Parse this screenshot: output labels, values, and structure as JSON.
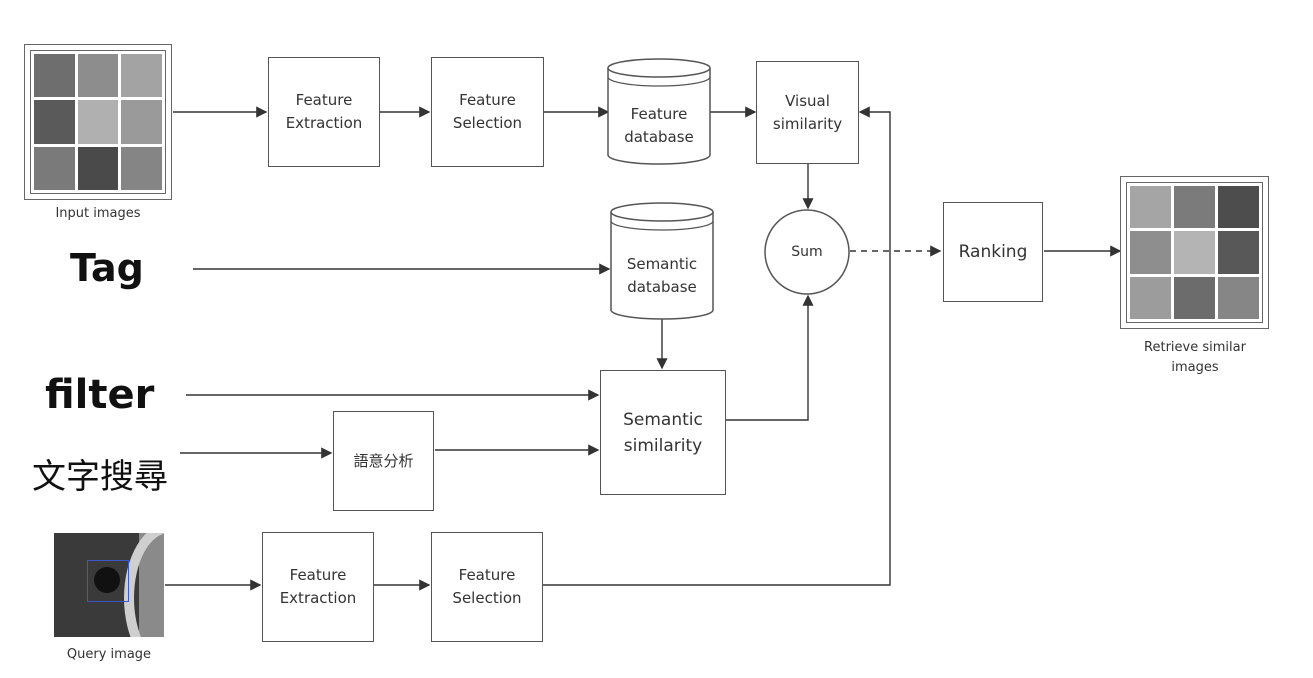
{
  "input_caption": "Input images",
  "query_caption": "Query image",
  "retrieve_caption": "Retrieve similar\nimages",
  "labels": {
    "tag": "Tag",
    "filter": "filter",
    "text_search": "文字搜尋"
  },
  "boxes": {
    "feature_extraction_top": "Feature\nExtraction",
    "feature_selection_top": "Feature\nSelection",
    "feature_database": "Feature\ndatabase",
    "visual_similarity": "Visual\nsimilarity",
    "semantic_database": "Semantic\ndatabase",
    "sum": "Sum",
    "ranking": "Ranking",
    "semantic_similarity": "Semantic\nsimilarity",
    "semantic_analysis": "語意分析",
    "feature_extraction_bottom": "Feature\nExtraction",
    "feature_selection_bottom": "Feature\nSelection"
  },
  "colors": {
    "line": "#333333",
    "box_border": "#555555",
    "query_highlight": "#3b57c9"
  }
}
